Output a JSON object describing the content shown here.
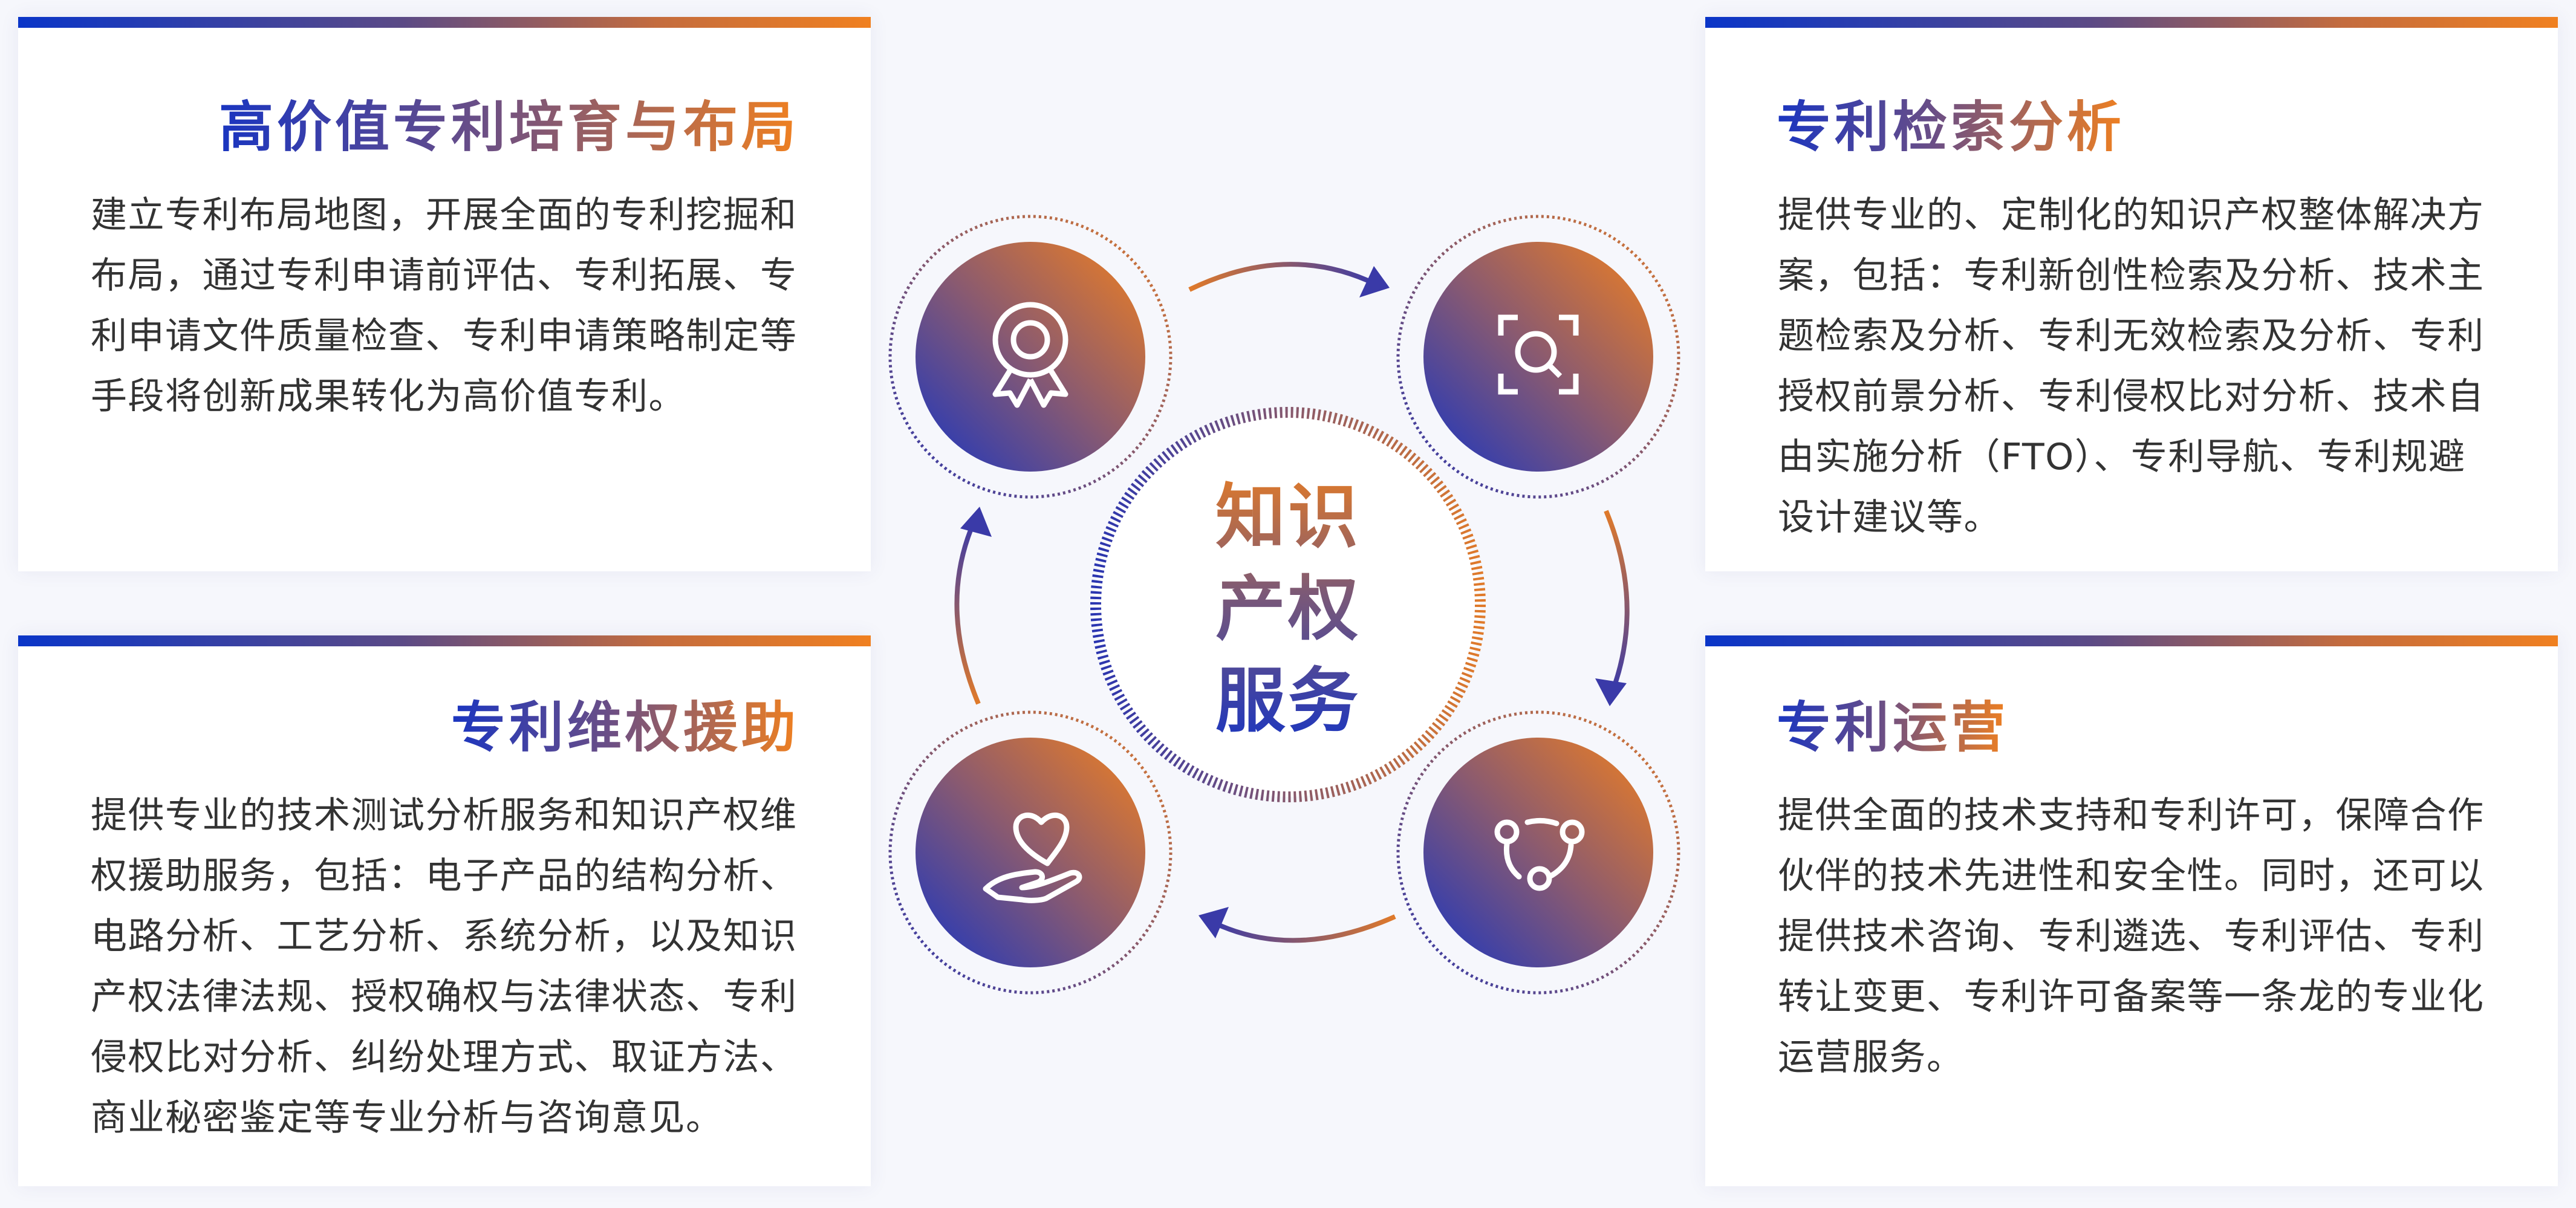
{
  "center": {
    "lines": [
      "知识",
      "产权",
      "服务"
    ]
  },
  "cards": [
    {
      "title": "高价值专利培育与布局",
      "icon": "award-ribbon-icon",
      "lines": [
        "建立专利布局地图，开展全面的专利挖掘和",
        "布局，通过专利申请前评估、专利拓展、专",
        "利申请文件质量检查、专利申请策略制定等",
        "手段将创新成果转化为高价值专利。"
      ]
    },
    {
      "title": "专利检索分析",
      "icon": "scan-search-icon",
      "lines": [
        "提供专业的、定制化的知识产权整体解决方",
        "案，包括：专利新创性检索及分析、技术主",
        "题检索及分析、专利无效检索及分析、专利",
        "授权前景分析、专利侵权比对分析、技术自",
        "由实施分析（FTO）、专利导航、专利规避",
        "设计建议等。"
      ]
    },
    {
      "title": "专利维权援助",
      "icon": "heart-hand-icon",
      "lines": [
        "提供专业的技术测试分析服务和知识产权维",
        "权援助服务，包括：电子产品的结构分析、",
        "电路分析、工艺分析、系统分析，以及知识",
        "产权法律法规、授权确权与法律状态、专利",
        "侵权比对分析、纠纷处理方式、取证方法、",
        "商业秘密鉴定等专业分析与咨询意见。"
      ]
    },
    {
      "title": "专利运营",
      "icon": "connection-nodes-icon",
      "lines": [
        "提供全面的技术支持和专利许可，保障合作",
        "伙伴的技术先进性和安全性。同时，还可以",
        "提供技术咨询、专利遴选、专利评估、专利",
        "转让变更、专利许可备案等一条龙的专业化",
        "运营服务。"
      ]
    }
  ],
  "colors": {
    "blue": "#1a35c0",
    "orange": "#f08020",
    "text": "#333333"
  }
}
